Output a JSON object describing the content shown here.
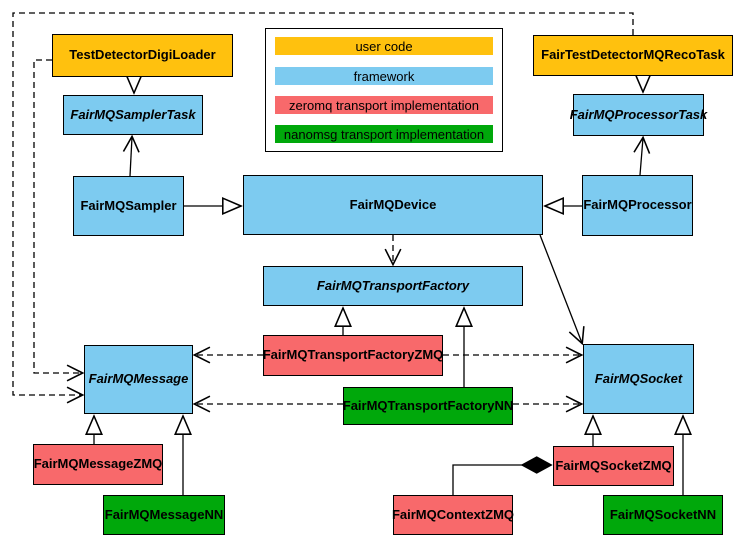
{
  "legend": {
    "items": [
      {
        "label": "user code",
        "color": "#FFC10E"
      },
      {
        "label": "framework",
        "color": "#7DCBF0"
      },
      {
        "label": "zeromq transport implementation",
        "color": "#F8696B"
      },
      {
        "label": "nanomsg transport implementation",
        "color": "#00A80B"
      }
    ]
  },
  "nodes": {
    "testDetectorDigiLoader": {
      "label": "TestDetectorDigiLoader",
      "category": "user code",
      "abstract": false
    },
    "fairTestDetectorMQRecoTask": {
      "label": "FairTestDetectorMQRecoTask",
      "category": "user code",
      "abstract": false
    },
    "fairMQSamplerTask": {
      "label": "FairMQSamplerTask",
      "category": "framework",
      "abstract": true
    },
    "fairMQProcessorTask": {
      "label": "FairMQProcessorTask",
      "category": "framework",
      "abstract": true
    },
    "fairMQSampler": {
      "label": "FairMQSampler",
      "category": "framework",
      "abstract": false
    },
    "fairMQDevice": {
      "label": "FairMQDevice",
      "category": "framework",
      "abstract": false
    },
    "fairMQProcessor": {
      "label": "FairMQProcessor",
      "category": "framework",
      "abstract": false
    },
    "fairMQTransportFactory": {
      "label": "FairMQTransportFactory",
      "category": "framework",
      "abstract": true
    },
    "fairMQTransportFactoryZMQ": {
      "label": "FairMQTransportFactoryZMQ",
      "category": "zeromq",
      "abstract": false
    },
    "fairMQTransportFactoryNN": {
      "label": "FairMQTransportFactoryNN",
      "category": "nanomsg",
      "abstract": false
    },
    "fairMQMessage": {
      "label": "FairMQMessage",
      "category": "framework",
      "abstract": true
    },
    "fairMQSocket": {
      "label": "FairMQSocket",
      "category": "framework",
      "abstract": true
    },
    "fairMQMessageZMQ": {
      "label": "FairMQMessageZMQ",
      "category": "zeromq",
      "abstract": false
    },
    "fairMQMessageNN": {
      "label": "FairMQMessageNN",
      "category": "nanomsg",
      "abstract": false
    },
    "fairMQContextZMQ": {
      "label": "FairMQContextZMQ",
      "category": "zeromq",
      "abstract": false
    },
    "fairMQSocketZMQ": {
      "label": "FairMQSocketZMQ",
      "category": "zeromq",
      "abstract": false
    },
    "fairMQSocketNN": {
      "label": "FairMQSocketNN",
      "category": "nanomsg",
      "abstract": false
    }
  },
  "edges": [
    {
      "from": "TestDetectorDigiLoader",
      "to": "FairMQSamplerTask",
      "type": "inheritance"
    },
    {
      "from": "FairTestDetectorMQRecoTask",
      "to": "FairMQProcessorTask",
      "type": "inheritance"
    },
    {
      "from": "FairMQSampler",
      "to": "FairMQDevice",
      "type": "inheritance"
    },
    {
      "from": "FairMQProcessor",
      "to": "FairMQDevice",
      "type": "inheritance"
    },
    {
      "from": "FairMQTransportFactoryZMQ",
      "to": "FairMQTransportFactory",
      "type": "inheritance"
    },
    {
      "from": "FairMQTransportFactoryNN",
      "to": "FairMQTransportFactory",
      "type": "inheritance"
    },
    {
      "from": "FairMQMessageZMQ",
      "to": "FairMQMessage",
      "type": "inheritance"
    },
    {
      "from": "FairMQMessageNN",
      "to": "FairMQMessage",
      "type": "inheritance"
    },
    {
      "from": "FairMQSocketZMQ",
      "to": "FairMQSocket",
      "type": "inheritance"
    },
    {
      "from": "FairMQSocketNN",
      "to": "FairMQSocket",
      "type": "inheritance"
    },
    {
      "from": "FairMQSampler",
      "to": "FairMQSamplerTask",
      "type": "association"
    },
    {
      "from": "FairMQProcessor",
      "to": "FairMQProcessorTask",
      "type": "association"
    },
    {
      "from": "FairMQDevice",
      "to": "FairMQSocket",
      "type": "association"
    },
    {
      "from": "FairMQDevice",
      "to": "FairMQTransportFactory",
      "type": "dependency"
    },
    {
      "from": "FairMQTransportFactoryZMQ",
      "to": "FairMQMessage",
      "type": "dependency"
    },
    {
      "from": "FairMQTransportFactoryZMQ",
      "to": "FairMQSocket",
      "type": "dependency"
    },
    {
      "from": "FairMQTransportFactoryNN",
      "to": "FairMQMessage",
      "type": "dependency"
    },
    {
      "from": "FairMQTransportFactoryNN",
      "to": "FairMQSocket",
      "type": "dependency"
    },
    {
      "from": "TestDetectorDigiLoader",
      "to": "FairMQMessage",
      "type": "dependency"
    },
    {
      "from": "FairTestDetectorMQRecoTask",
      "to": "FairMQMessage",
      "type": "dependency"
    },
    {
      "from": "FairMQContextZMQ",
      "to": "FairMQSocketZMQ",
      "type": "composition"
    }
  ]
}
